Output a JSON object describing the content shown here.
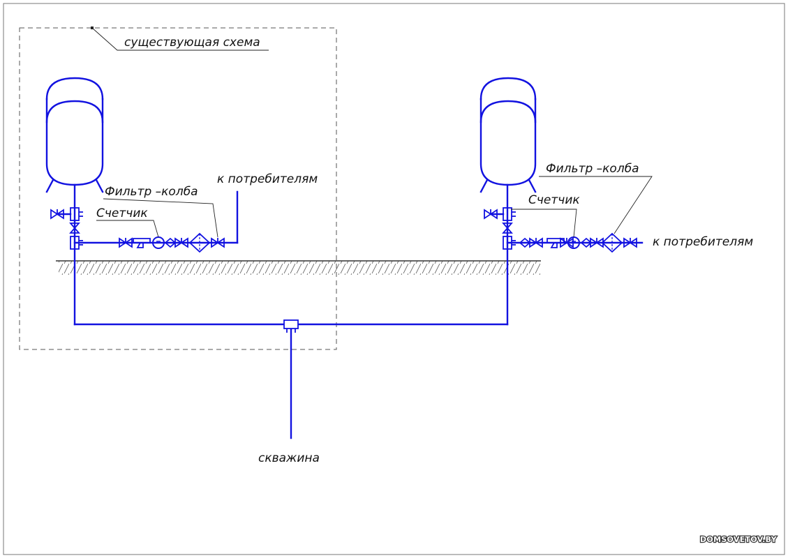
{
  "labels": {
    "existing_scheme": "существующая схема",
    "well": "скважина",
    "left": {
      "filter": "Фильтр –колба",
      "meter": "Счетчик",
      "consumers": "к потребителям"
    },
    "right": {
      "filter": "Фильтр –колба",
      "meter": "Счетчик",
      "consumers": "к потребителям"
    }
  },
  "watermark": "DOMSOVETOV.BY",
  "colors": {
    "pipe": "#1212e0",
    "text": "#111111",
    "frame": "#555555",
    "ground_hatch": "#555555",
    "background": "#ffffff"
  },
  "icons": [
    "pressure-tank-icon",
    "ball-valve-icon",
    "tee-fitting-icon",
    "check-valve-icon",
    "strainer-icon",
    "water-meter-icon",
    "filter-flask-icon"
  ]
}
